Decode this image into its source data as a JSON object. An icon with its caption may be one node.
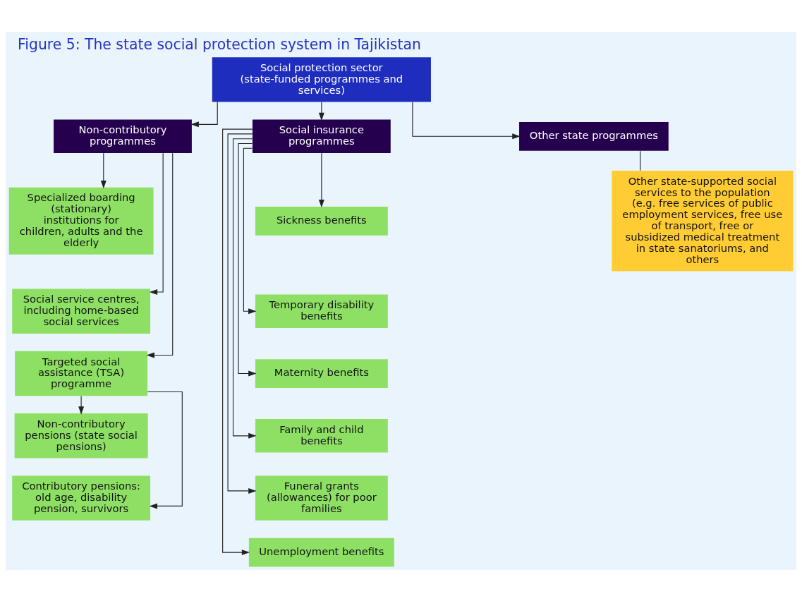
{
  "diagram": {
    "title": "Figure 5: The state social protection system in Tajikistan",
    "nodes": [
      {
        "text": [
          "Social protection sector (state-funded programmes and services)"
        ]
      },
      {
        "text": [
          "Non-contributory programmes"
        ]
      },
      {
        "text": [
          "Social insurance programmes"
        ]
      },
      {
        "text": [
          "Other state programmes"
        ]
      },
      {
        "text": [
          "Specialized boarding (stationary) institutions for children, adults and the elderly"
        ]
      },
      {
        "text": [
          "Social service centres, including home-based social services"
        ]
      },
      {
        "text": [
          "Targeted social assistance (TSA) programme"
        ]
      },
      {
        "text": [
          "Non-contributory pensions (state social pensions)"
        ]
      },
      {
        "text": [
          "Contributory pensions: old age, disability pension, survivors"
        ]
      },
      {
        "text": [
          "Sickness benefits"
        ]
      },
      {
        "text": [
          "Temporary disability benefits"
        ]
      },
      {
        "text": [
          "Maternity benefits"
        ]
      },
      {
        "text": [
          "Family and child benefits"
        ]
      },
      {
        "text": [
          "Funeral grants (allowances) for poor families"
        ]
      },
      {
        "text": [
          "Unemployment benefits"
        ]
      },
      {
        "text": [
          "Other state-supported social services to the population (e.g. free services of public employment services, free use of transport, free or subsidized medical treatment in state sanatoriums, and others"
        ]
      }
    ],
    "edges": [
      {
        "from": 0,
        "to": 1,
        "arrow": "to"
      },
      {
        "from": 0,
        "to": 2,
        "arrow": "to"
      },
      {
        "from": 0,
        "to": 3,
        "arrow": "to"
      },
      {
        "from": 1,
        "to": 4,
        "arrow": "to"
      },
      {
        "from": 1,
        "to": 5,
        "arrow": "to"
      },
      {
        "from": 1,
        "to": 6,
        "arrow": "to"
      },
      {
        "from": 6,
        "to": 7,
        "arrow": "to"
      },
      {
        "from": 6,
        "to": 8,
        "arrow": "to"
      },
      {
        "from": 2,
        "to": 9,
        "arrow": "to"
      },
      {
        "from": 2,
        "to": 10,
        "arrow": "to"
      },
      {
        "from": 2,
        "to": 11,
        "arrow": "to"
      },
      {
        "from": 2,
        "to": 12,
        "arrow": "to"
      },
      {
        "from": 2,
        "to": 13,
        "arrow": "to"
      },
      {
        "from": 2,
        "to": 14,
        "arrow": "to"
      },
      {
        "from": 3,
        "to": 15,
        "arrow": "none"
      }
    ]
  }
}
